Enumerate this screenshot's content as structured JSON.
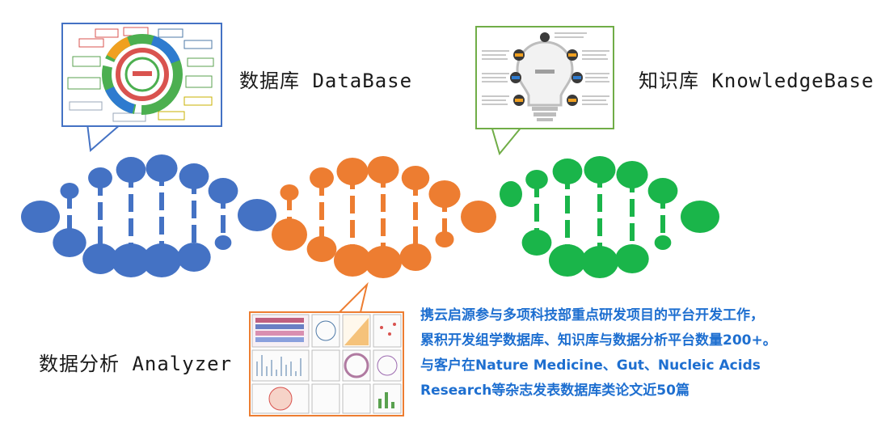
{
  "modules": {
    "database": {
      "label": "数据库 DataBase",
      "color": "#4472c4"
    },
    "knowledgebase": {
      "label": "知识库 KnowledgeBase",
      "color": "#70ad47"
    },
    "analyzer": {
      "label": "数据分析 Analyzer",
      "color": "#ed7d31"
    }
  },
  "dna_colors": {
    "left": "#4472c4",
    "middle": "#ed7d31",
    "right": "#1ab54a"
  },
  "description": {
    "lines": [
      "携云启源参与多项科技部重点研发项目的平台开发工作，",
      "累积开发组学数据库、知识库与数据分析平台数量200+。",
      "与客户在Nature Medicine、Gut、Nucleic Acids",
      "Research等杂志发表数据库类论文近50篇"
    ],
    "color": "#1e6fd0"
  }
}
